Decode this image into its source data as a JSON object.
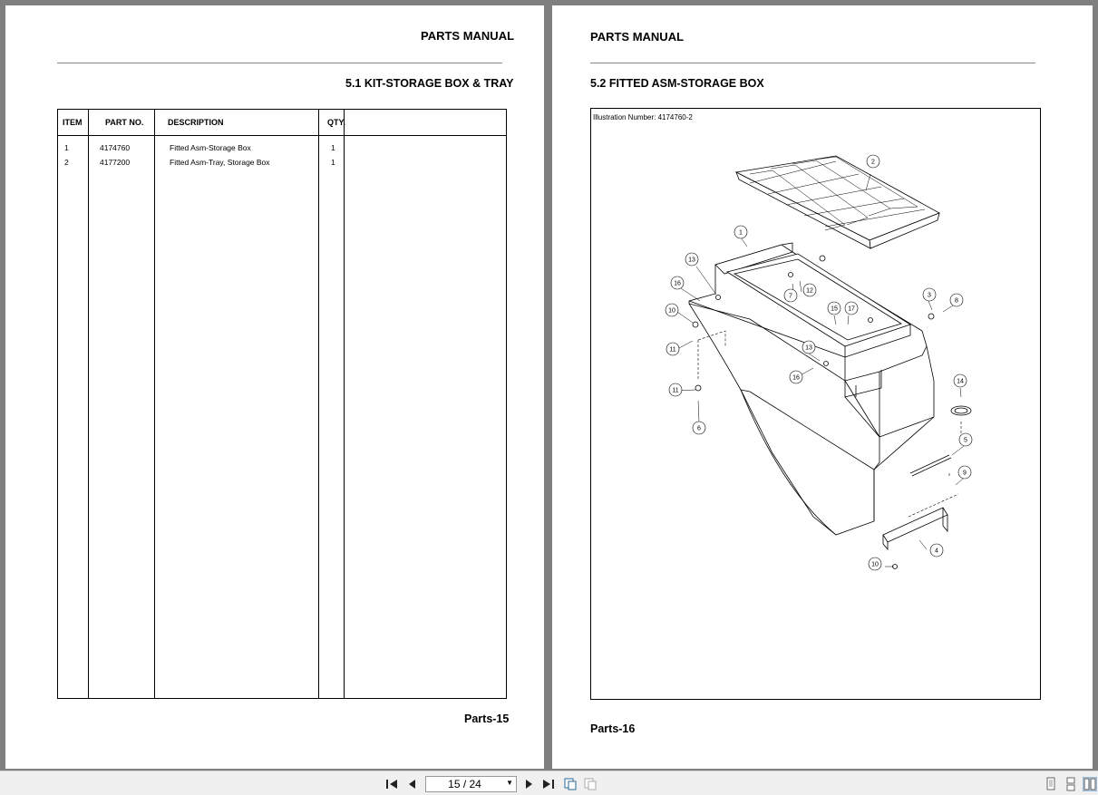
{
  "left_page": {
    "header": "PARTS MANUAL",
    "section_title": "5.1 KIT-STORAGE BOX & TRAY",
    "table": {
      "headers": [
        "ITEM",
        "PART NO.",
        "DESCRIPTION",
        "QTY."
      ],
      "rows": [
        {
          "item": "1",
          "part_no": "4174760",
          "description": "Fitted Asm-Storage Box",
          "qty": "1"
        },
        {
          "item": "2",
          "part_no": "4177200",
          "description": "Fitted Asm-Tray, Storage Box",
          "qty": "1"
        }
      ]
    },
    "footer": "Parts-15"
  },
  "right_page": {
    "header": "PARTS MANUAL",
    "section_title": "5.2  FITTED ASM-STORAGE BOX",
    "illustration_label": "Illustration Number:  4174760-2",
    "callouts": [
      "1",
      "2",
      "3",
      "4",
      "5",
      "6",
      "7",
      "8",
      "9",
      "10",
      "10",
      "11",
      "11",
      "12",
      "13",
      "13",
      "14",
      "15",
      "16",
      "16",
      "17"
    ],
    "footer": "Parts-16"
  },
  "toolbar": {
    "page_indicator": "15 / 24",
    "icons": [
      "first-page-icon",
      "prev-page-icon",
      "next-page-icon",
      "last-page-icon",
      "copy-icon",
      "paste-icon",
      "single-page-view-icon",
      "continuous-view-icon",
      "two-page-view-icon"
    ]
  }
}
